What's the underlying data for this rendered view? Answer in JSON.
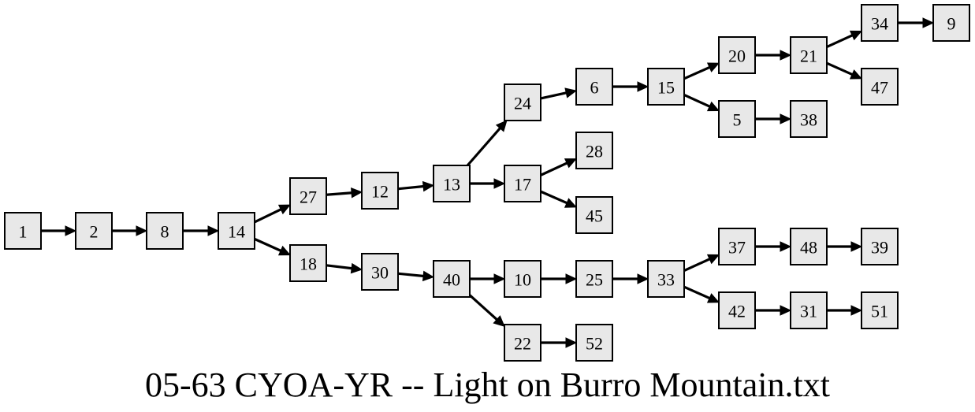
{
  "caption": "05-63 CYOA-YR -- Light on Burro Mountain.txt",
  "colors": {
    "node_fill": "#e8e8e8",
    "node_stroke": "#000000",
    "edge": "#000000",
    "background": "#ffffff"
  },
  "nodes": [
    "1",
    "2",
    "8",
    "14",
    "27",
    "18",
    "12",
    "13",
    "24",
    "17",
    "6",
    "15",
    "20",
    "5",
    "21",
    "34",
    "9",
    "47",
    "38",
    "28",
    "45",
    "30",
    "40",
    "10",
    "22",
    "25",
    "52",
    "33",
    "37",
    "42",
    "48",
    "39",
    "31",
    "51"
  ],
  "edges": [
    [
      "1",
      "2"
    ],
    [
      "2",
      "8"
    ],
    [
      "8",
      "14"
    ],
    [
      "14",
      "27"
    ],
    [
      "14",
      "18"
    ],
    [
      "27",
      "12"
    ],
    [
      "12",
      "13"
    ],
    [
      "13",
      "24"
    ],
    [
      "13",
      "17"
    ],
    [
      "24",
      "6"
    ],
    [
      "6",
      "15"
    ],
    [
      "15",
      "20"
    ],
    [
      "15",
      "5"
    ],
    [
      "20",
      "21"
    ],
    [
      "21",
      "34"
    ],
    [
      "21",
      "47"
    ],
    [
      "34",
      "9"
    ],
    [
      "5",
      "38"
    ],
    [
      "17",
      "28"
    ],
    [
      "17",
      "45"
    ],
    [
      "18",
      "30"
    ],
    [
      "30",
      "40"
    ],
    [
      "40",
      "10"
    ],
    [
      "40",
      "22"
    ],
    [
      "10",
      "25"
    ],
    [
      "25",
      "33"
    ],
    [
      "22",
      "52"
    ],
    [
      "33",
      "37"
    ],
    [
      "33",
      "42"
    ],
    [
      "37",
      "48"
    ],
    [
      "48",
      "39"
    ],
    [
      "42",
      "31"
    ],
    [
      "31",
      "51"
    ]
  ]
}
